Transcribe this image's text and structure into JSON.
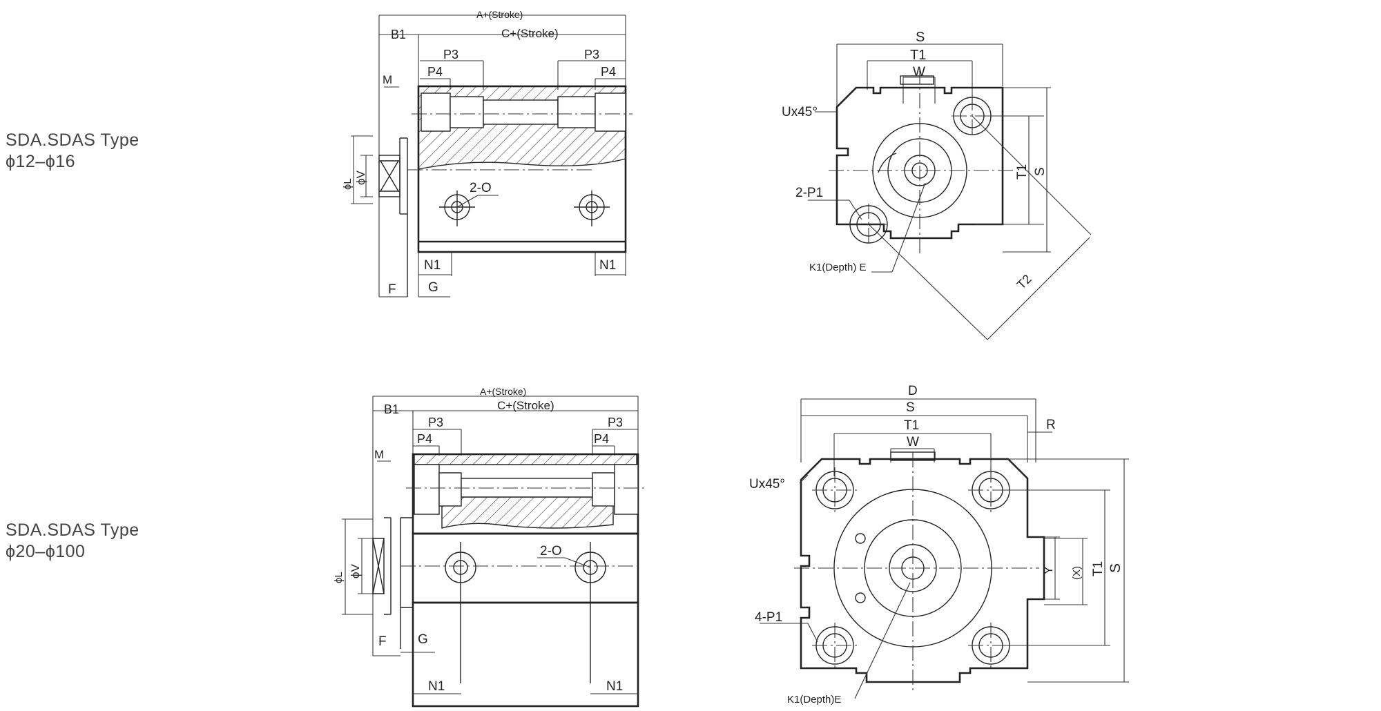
{
  "labels": {
    "top_type": "SDA.SDAS Type",
    "top_range": "ϕ12–ϕ16",
    "bottom_type": "SDA.SDAS Type",
    "bottom_range": "ϕ20–ϕ100"
  },
  "top_side": {
    "a_stroke": "A+(Stroke)",
    "c_stroke": "C+(Stroke)",
    "b1": "B1",
    "p3": "P3",
    "p4": "P4",
    "m": "M",
    "l": "ϕL",
    "v": "ϕV",
    "o": "2-O",
    "n1": "N1",
    "f": "F",
    "g": "G"
  },
  "top_end": {
    "s": "S",
    "t1": "T1",
    "w": "W",
    "u": "Ux45°",
    "p1": "2-P1",
    "k1": "K1(Depth) E",
    "t2": "T2"
  },
  "bottom_side": {
    "a_stroke": "A+(Stroke)",
    "c_stroke": "C+(Stroke)",
    "b1": "B1",
    "p3": "P3",
    "p4": "P4",
    "m": "M",
    "l": "ϕL",
    "v": "ϕV",
    "o": "2-O",
    "n1": "N1",
    "f": "F",
    "g": "G"
  },
  "bottom_end": {
    "d": "D",
    "s": "S",
    "t1": "T1",
    "w": "W",
    "r": "R",
    "u": "Ux45°",
    "y": "Y",
    "x": "(X)",
    "p1": "4-P1",
    "k1": "K1(Depth)E"
  }
}
